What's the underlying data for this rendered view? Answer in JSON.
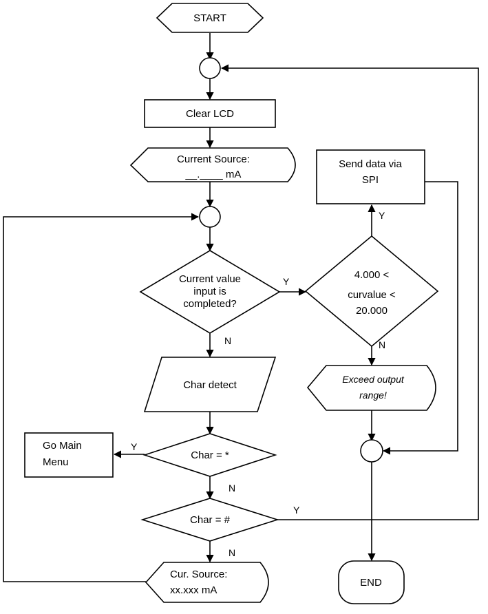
{
  "nodes": {
    "start": "START",
    "clear_lcd": "Clear LCD",
    "current_source_display": [
      "Current Source:",
      "__.____ mA"
    ],
    "input_completed": [
      "Current value",
      "input is",
      "completed?"
    ],
    "range_check": [
      "4.000 <",
      "curvalue <",
      "20.000"
    ],
    "send_spi": [
      "Send data via",
      "SPI"
    ],
    "exceed_range": [
      "Exceed output",
      "range!"
    ],
    "char_detect": "Char detect",
    "go_main_menu": [
      "Go Main",
      "Menu"
    ],
    "char_star": "Char = *",
    "char_hash": "Char = #",
    "cur_source_display": [
      "Cur. Source:",
      "xx.xxx mA"
    ],
    "end": "END"
  },
  "edge_labels": {
    "completed_yes": "Y",
    "completed_no": "N",
    "range_yes": "Y",
    "range_no": "N",
    "star_yes": "Y",
    "star_no": "N",
    "hash_yes": "Y",
    "hash_no": "N"
  }
}
